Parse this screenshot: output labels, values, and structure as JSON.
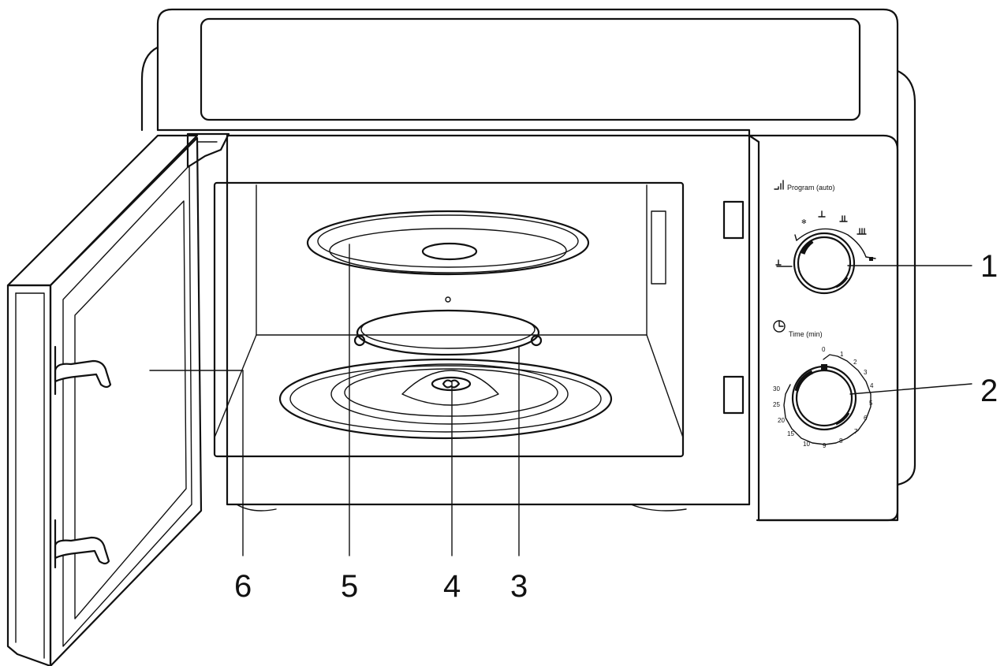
{
  "callouts": [
    {
      "id": "1",
      "label": "1"
    },
    {
      "id": "2",
      "label": "2"
    },
    {
      "id": "3",
      "label": "3"
    },
    {
      "id": "4",
      "label": "4"
    },
    {
      "id": "5",
      "label": "5"
    },
    {
      "id": "6",
      "label": "6"
    }
  ],
  "control_panel": {
    "program_label": "Program (auto)",
    "time_label": "Time (min)",
    "time_dial_numbers": [
      "0",
      "1",
      "2",
      "3",
      "4",
      "5",
      "6",
      "7",
      "8",
      "9",
      "10",
      "15",
      "20",
      "25",
      "30"
    ],
    "program_icons": [
      "defrost-icon",
      "power-level-icon",
      "power-level-icon",
      "power-level-icon",
      "power-level-icon",
      "power-level-icon"
    ]
  }
}
